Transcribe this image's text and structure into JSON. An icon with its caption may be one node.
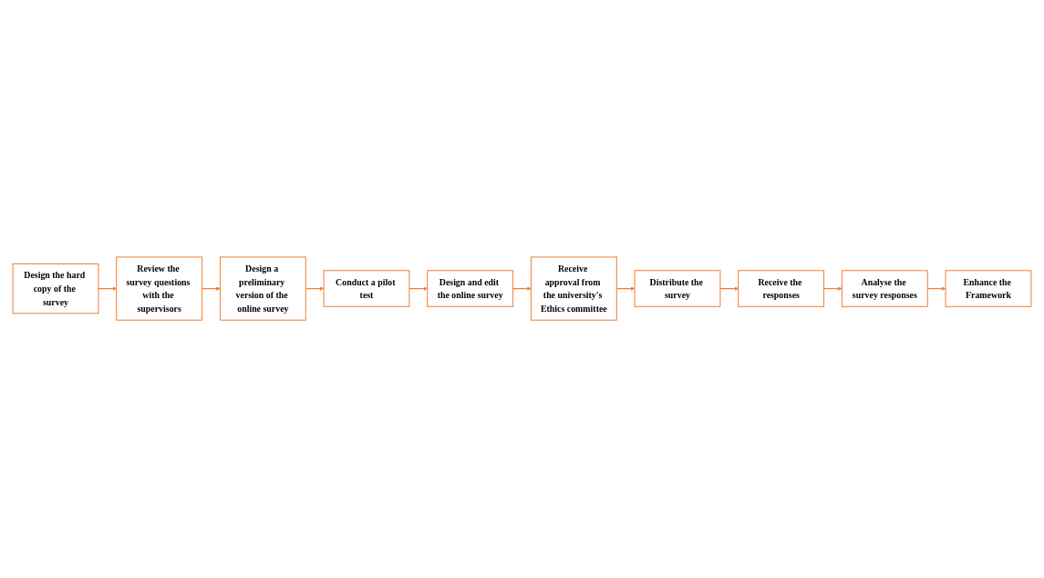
{
  "diagram": {
    "nodes": [
      {
        "text": [
          "Design the hard copy of the survey"
        ]
      },
      {
        "text": [
          "Review the survey questions with the supervisors"
        ]
      },
      {
        "text": [
          "Design a preliminary version of the online survey"
        ]
      },
      {
        "text": [
          "Conduct a pilot test"
        ]
      },
      {
        "text": [
          "Design and edit the online survey"
        ]
      },
      {
        "text": [
          "Receive approval from the university's Ethics committee"
        ]
      },
      {
        "text": [
          "Distribute the survey"
        ]
      },
      {
        "text": [
          "Receive the responses"
        ]
      },
      {
        "text": [
          "Analyse the survey responses"
        ]
      },
      {
        "text": [
          "Enhance the Framework"
        ]
      }
    ],
    "edges": [
      {
        "from": 0,
        "to": 1,
        "arrow": "to",
        "color": "#ed7d31"
      },
      {
        "from": 1,
        "to": 2,
        "arrow": "to",
        "color": "#ed7d31"
      },
      {
        "from": 2,
        "to": 3,
        "arrow": "to",
        "color": "#ed7d31"
      },
      {
        "from": 3,
        "to": 4,
        "arrow": "to",
        "color": "#ed7d31"
      },
      {
        "from": 4,
        "to": 5,
        "arrow": "to",
        "color": "#ed7d31"
      },
      {
        "from": 5,
        "to": 6,
        "arrow": "to",
        "color": "#ed7d31"
      },
      {
        "from": 6,
        "to": 7,
        "arrow": "to",
        "color": "#ed7d31"
      },
      {
        "from": 7,
        "to": 8,
        "arrow": "to",
        "color": "#ed7d31"
      },
      {
        "from": 8,
        "to": 9,
        "arrow": "to",
        "color": "#ed7d31"
      }
    ]
  }
}
